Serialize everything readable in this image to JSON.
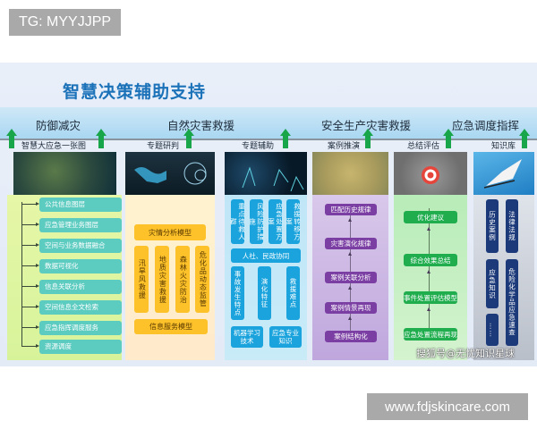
{
  "watermarks": {
    "top": "TG: MYYJJPP",
    "bottom": "www.fdjskincare.com",
    "sohu": "搜狐号@无忧知识星球"
  },
  "diagram": {
    "title": "智慧决策辅助支持",
    "categories": [
      {
        "label": "防御减灾"
      },
      {
        "label": "自然灾害救援"
      },
      {
        "label": "安全生产灾害救援"
      },
      {
        "label": "应急调度指挥"
      }
    ],
    "arrow_color": "#19a64a",
    "title_color": "#1b72b8",
    "modules": [
      {
        "label": "智慧大应急一张图",
        "image": "emergency-dashboard-map",
        "items": [
          "公共信息图层",
          "应急管理业务图层",
          "空间与业务数据融合",
          "数据可视化",
          "信息关联分析",
          "空间信息全文检索",
          "应急指挥调度服务",
          "资源调度"
        ]
      },
      {
        "label": "专题研判",
        "image": "world-map-brain",
        "top": "灾情分析模型",
        "columns": [
          "汛旱风救援",
          "地质灾害救援",
          "森林火灾防治",
          "危化品动态监管"
        ],
        "bottom": "信息服务模型"
      },
      {
        "label": "专题辅助",
        "image": "data-particles",
        "row1": [
          "重点待救人群",
          "风险防护措施",
          "应急处置方案",
          "救援转移方案"
        ],
        "middle": "人社、民政协同",
        "row2": [
          "事故发生特点",
          "演化特征",
          "救援难点"
        ],
        "row3": [
          "机器学习技术",
          "应急专业知识"
        ]
      },
      {
        "label": "案例推演",
        "image": "terrain-map",
        "steps": [
          "匹配历史规律",
          "灾害演化规律",
          "案例关联分析",
          "案例情景再现",
          "案例结构化"
        ]
      },
      {
        "label": "总结评估",
        "image": "target-hands",
        "steps": [
          "优化建议",
          "综合效果总结",
          "事件处置评估模型",
          "应急处置流程再现"
        ]
      },
      {
        "label": "知识库",
        "image": "open-book-laptop",
        "items": [
          "历史案例",
          "法律法规",
          "应急知识",
          "危险化学品应急速查",
          "……"
        ]
      }
    ]
  }
}
